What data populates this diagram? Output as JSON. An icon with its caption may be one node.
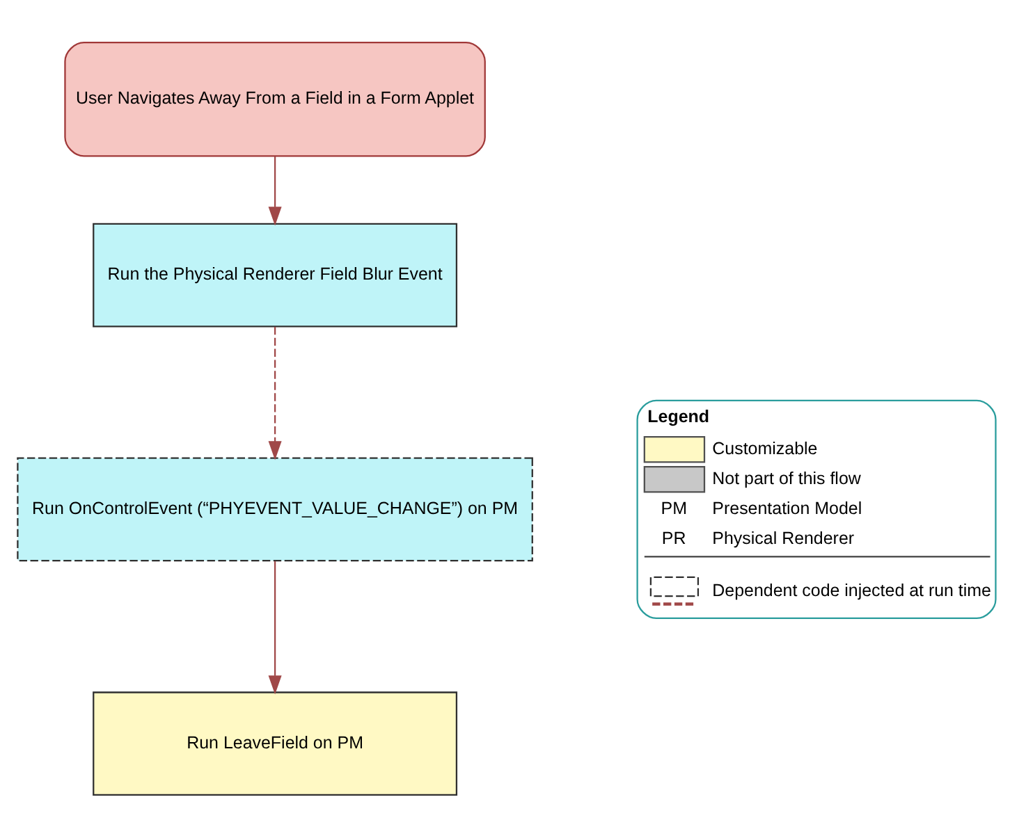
{
  "diagram": {
    "nodes": [
      {
        "text": [
          "User Navigates Away From a Field in a Form Applet"
        ]
      },
      {
        "text": [
          "Run the Physical Renderer Field Blur Event"
        ]
      },
      {
        "text": [
          "Run OnControlEvent (“PHYEVENT_VALUE_CHANGE”) on PM"
        ]
      },
      {
        "text": [
          "Run LeaveField on PM"
        ]
      }
    ],
    "edges": [
      {
        "from": 0,
        "to": 1,
        "arrow": "to"
      },
      {
        "from": 1,
        "to": 2,
        "arrow": "to",
        "style": "dashed"
      },
      {
        "from": 2,
        "to": 3,
        "arrow": "to"
      }
    ],
    "labels": [
      "Legend",
      "PM",
      "Presentation Model",
      "PR",
      "Physical Renderer"
    ],
    "legend": [
      {
        "text": "Customizable",
        "color": "#fff9c4"
      },
      {
        "text": "Not part of this flow",
        "color": "#c8c8c8"
      },
      {
        "text": "Dependent code injected at run time"
      }
    ]
  }
}
